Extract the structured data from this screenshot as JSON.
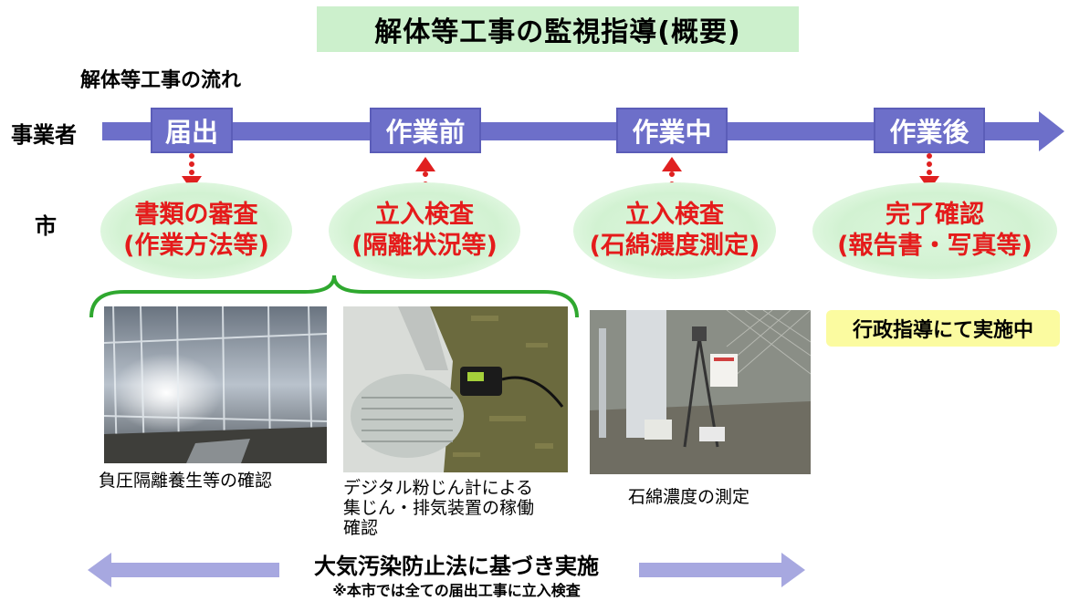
{
  "title": "解体等工事の監視指導(概要)",
  "subtitle": "解体等工事の流れ",
  "roles": {
    "business": "事業者",
    "city": "市"
  },
  "stages": [
    {
      "label": "届出",
      "direction": "down"
    },
    {
      "label": "作業前",
      "direction": "up"
    },
    {
      "label": "作業中",
      "direction": "up"
    },
    {
      "label": "作業後",
      "direction": "down"
    }
  ],
  "city_actions": [
    {
      "line1": "書類の審査",
      "line2": "(作業方法等)"
    },
    {
      "line1": "立入検査",
      "line2": "(隔離状況等)"
    },
    {
      "line1": "立入検査",
      "line2": "(石綿濃度測定)"
    },
    {
      "line1": "完了確認",
      "line2": "(報告書・写真等)"
    }
  ],
  "admin_note": "行政指導にて実施中",
  "photos": [
    {
      "caption": "負圧隔離養生等の確認"
    },
    {
      "caption_lines": [
        "デジタル粉じん計による",
        "集じん・排気装置の稼働",
        "確認"
      ]
    },
    {
      "caption": "石綿濃度の測定"
    }
  ],
  "bottom": {
    "title": "大気汚染防止法に基づき実施",
    "note": "※本市では全ての届出工事に立入検査"
  },
  "colors": {
    "stage": "#6d6fc9",
    "action_text": "#e51b1b",
    "ellipse": "#d2f2d2",
    "title_bg": "#ccf0cc",
    "note_bg": "#fbfba0"
  }
}
